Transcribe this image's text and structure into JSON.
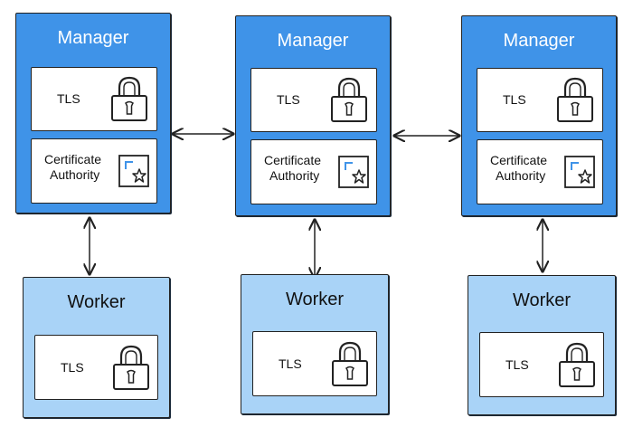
{
  "nodes": {
    "manager_title": "Manager",
    "worker_title": "Worker",
    "tls_label": "TLS",
    "ca_line1": "Certificate",
    "ca_line2": "Authority"
  },
  "icons": {
    "lock": "lock-icon",
    "certificate": "certificate-star-icon"
  },
  "colors": {
    "manager_fill": "#3f93e8",
    "worker_fill": "#a9d3f7",
    "stroke": "#222222"
  }
}
